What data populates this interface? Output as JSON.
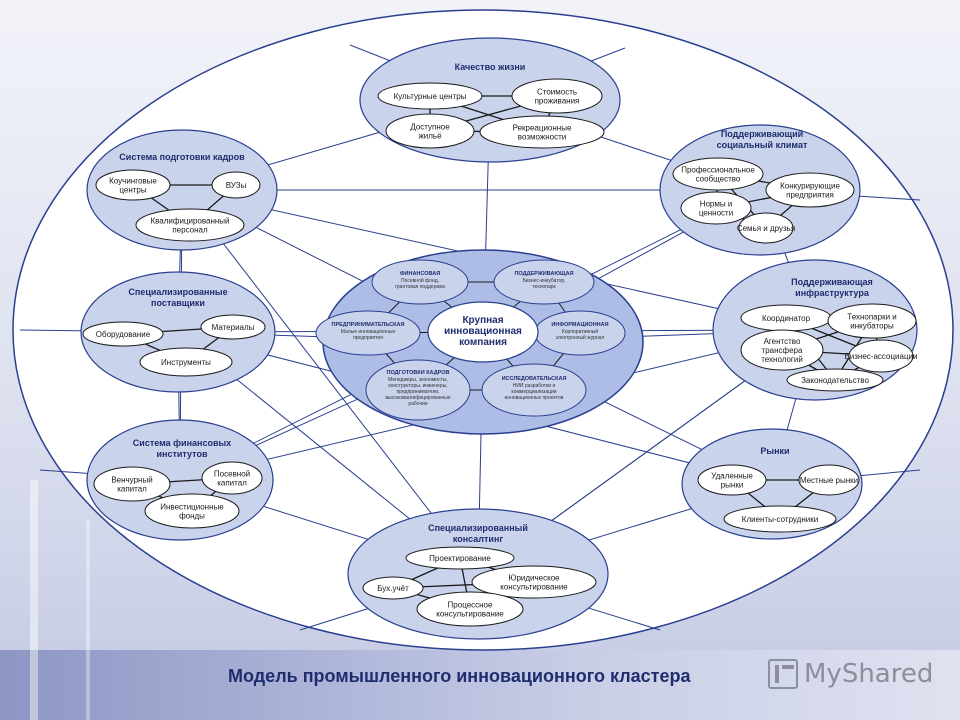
{
  "groups": [
    {
      "id": "quality",
      "title": [
        "Качество жизни"
      ],
      "items": [
        "Культурные центры",
        "Стоимость проживания",
        "Доступное жильё",
        "Рекреационные возможности"
      ]
    },
    {
      "id": "training",
      "title": [
        "Система подготовки кадров"
      ],
      "items": [
        "Коучинговые центры",
        "ВУЗы",
        "Квалифицированный персонал"
      ]
    },
    {
      "id": "climate",
      "title": [
        "Поддерживающий",
        "социальный климат"
      ],
      "items": [
        "Профессиональное сообщество",
        "Конкурирующие предприятия",
        "Нормы и ценности",
        "Семья и друзья"
      ]
    },
    {
      "id": "suppliers",
      "title": [
        "Специализированные",
        "поставщики"
      ],
      "items": [
        "Оборудование",
        "Материалы",
        "Инструменты"
      ]
    },
    {
      "id": "infra",
      "title": [
        "Поддерживающая",
        "инфраструктура"
      ],
      "items": [
        "Координатор",
        "Технопарки и инкубаторы",
        "Агентство трансфера технологий",
        "Бизнес-ассоциации",
        "Законодательство"
      ]
    },
    {
      "id": "finance",
      "title": [
        "Система финансовых",
        "институтов"
      ],
      "items": [
        "Венчурный капитал",
        "Посевной капитал",
        "Инвестиционные фонды"
      ]
    },
    {
      "id": "markets",
      "title": [
        "Рынки"
      ],
      "items": [
        "Удаленные рынки",
        "Местные рынки",
        "Клиенты-сотрудники"
      ]
    },
    {
      "id": "consulting",
      "title": [
        "Специализированный",
        "консалтинг"
      ],
      "items": [
        "Проектирование",
        "Бух.учёт",
        "Юридическое консультирование",
        "Процессное консультирование"
      ]
    }
  ],
  "center": {
    "title": [
      "Крупная",
      "инновационная",
      "компания"
    ],
    "nodes": [
      {
        "title": "ФИНАНСОВАЯ",
        "text": [
          "Посевной фонд,",
          "грантовая поддержка"
        ]
      },
      {
        "title": "ПОДДЕРЖИВАЮЩАЯ",
        "text": [
          "Бизнес-инкубатор,",
          "технопарк"
        ]
      },
      {
        "title": "ПРЕДПРИНИМАТЕЛЬСКАЯ",
        "text": [
          "Малые инновационные",
          "предприятия"
        ]
      },
      {
        "title": "ИНФОРМАЦИОННАЯ",
        "text": [
          "Корпоративный",
          "электронный журнал"
        ]
      },
      {
        "title": "ПОДГОТОВКИ КАДРОВ",
        "text": [
          "Менеджеры, экономисты,",
          "конструкторы, инженеры,",
          "предприниматели,",
          "высококвалифицированные",
          "рабочие"
        ]
      },
      {
        "title": "ИССЛЕДОВАТЕЛЬСКАЯ",
        "text": [
          "НИИ разработки и",
          "коммерциализации",
          "инновационных проектов"
        ]
      }
    ]
  },
  "footer": {
    "title": "Модель промышленного инновационного кластера",
    "logo": "MyShared"
  },
  "colors": {
    "bubble_fill": "#c9d3ec",
    "bubble_stroke": "#2a3f8f",
    "center_fill": "#aebde6",
    "item_fill": "#ffffff",
    "line": "#2a3f8f"
  }
}
